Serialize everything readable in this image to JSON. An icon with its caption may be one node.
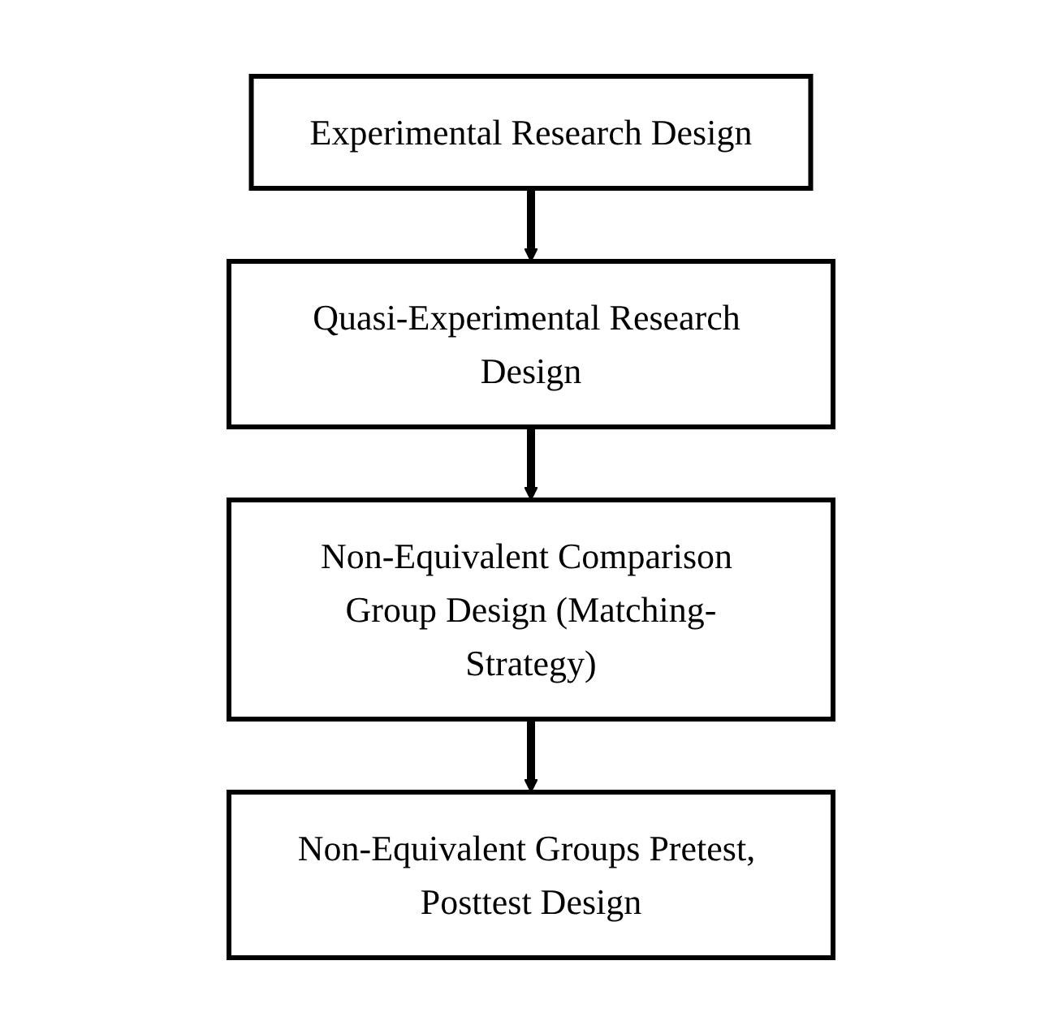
{
  "diagram": {
    "nodes": [
      {
        "text": [
          "Experimental Research Design"
        ]
      },
      {
        "text": [
          "Quasi-Experimental Research Design"
        ]
      },
      {
        "text": [
          "Non-Equivalent Comparison Group Design (Matching-Strategy)"
        ]
      },
      {
        "text": [
          "Non-Equivalent Groups Pretest, Posttest Design"
        ]
      }
    ],
    "edges": [
      {
        "from": 0,
        "to": 1,
        "arrow": "to"
      },
      {
        "from": 1,
        "to": 2,
        "arrow": "to"
      },
      {
        "from": 2,
        "to": 3,
        "arrow": "to"
      }
    ]
  }
}
